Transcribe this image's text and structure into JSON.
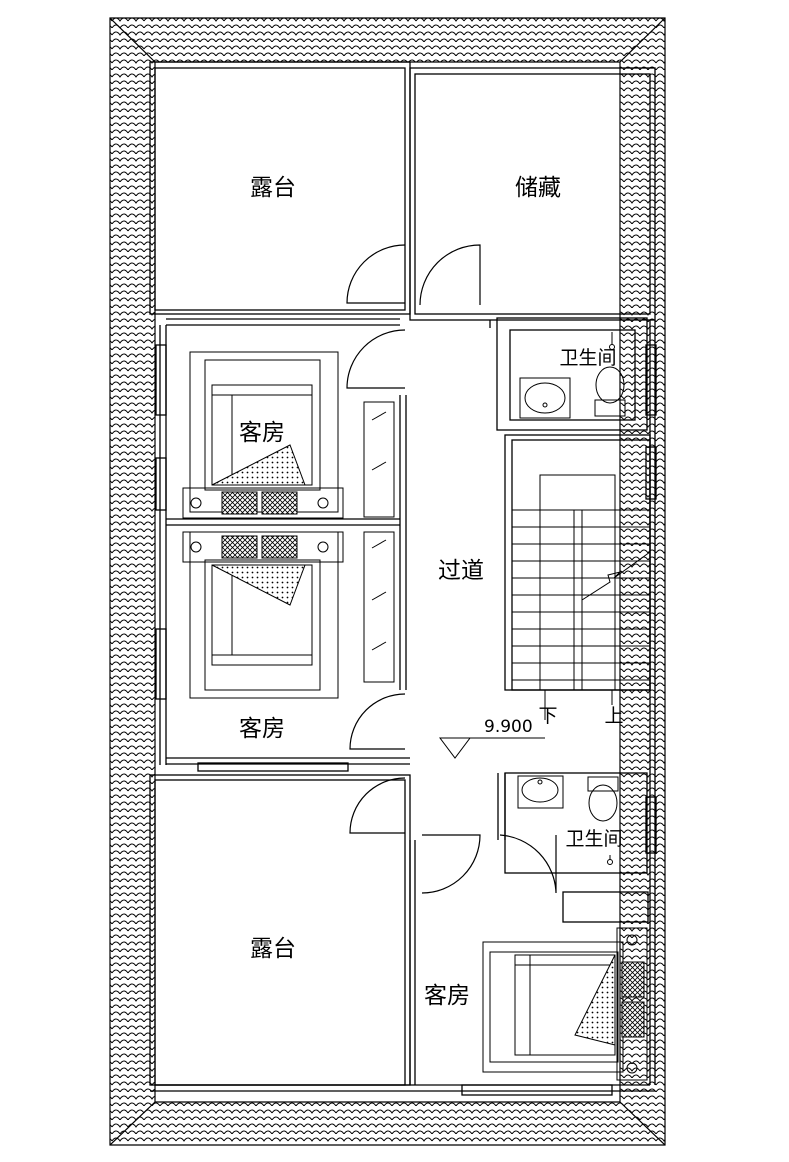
{
  "rooms": {
    "terrace_top": "露台",
    "storage": "储藏",
    "bathroom_top": "卫生间",
    "guest_room_1": "客房",
    "corridor": "过道",
    "guest_room_2": "客房",
    "bathroom_bottom": "卫生间",
    "terrace_bottom": "露台",
    "guest_room_3": "客房"
  },
  "stairs": {
    "down": "下",
    "up": "上"
  },
  "elevation": "9.900"
}
